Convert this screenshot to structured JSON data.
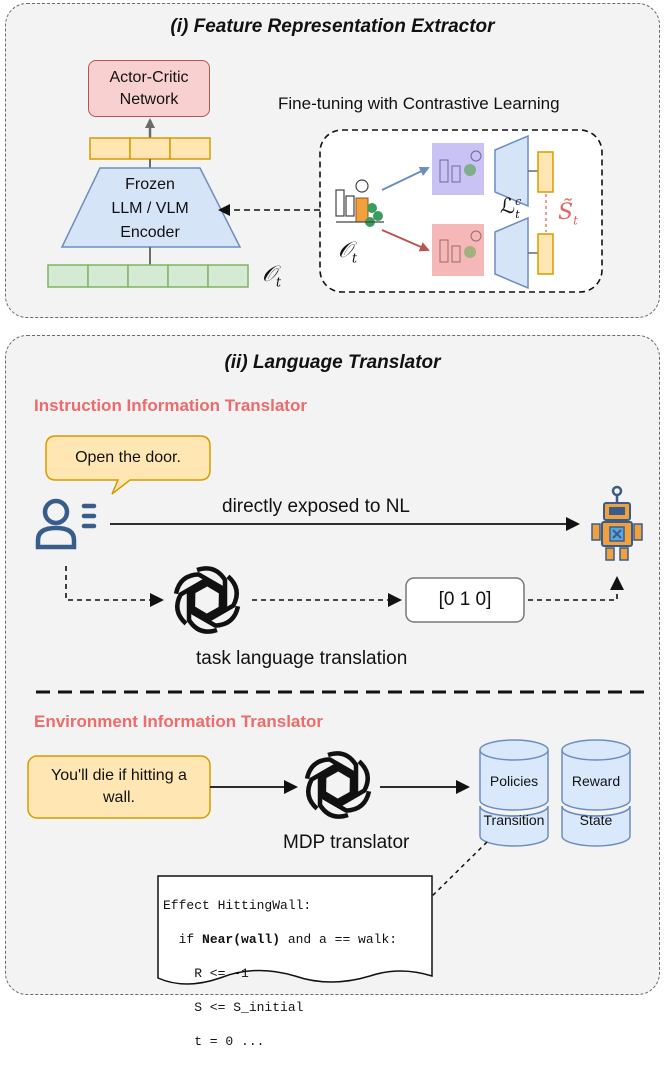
{
  "section1": {
    "title": "(i) Feature Representation Extractor",
    "actor_critic": "Actor-Critic\nNetwork",
    "encoder": "Frozen\nLLM / VLM\nEncoder",
    "obs_label": "𝒪",
    "obs_sub": "t",
    "finetune_label": "Fine-tuning with Contrastive Learning",
    "obs_label2": "𝒪",
    "obs_sub2": "t",
    "loss_label": "ℒ",
    "loss_sup": "c",
    "loss_sub": "t",
    "state_label": "S̃",
    "state_sub": "t",
    "colors": {
      "actor_fill": "#f8d0d0",
      "actor_border": "#b85450",
      "token_fill": "#ffe6b3",
      "token_border": "#d79b00",
      "enc_fill": "#d6e4f7",
      "enc_border": "#6c8ebf",
      "obs_fill": "#d5ead2",
      "obs_border": "#82b366",
      "red_line": "#e06666"
    }
  },
  "section2": {
    "title": "(ii) Language Translator",
    "instr_header": "Instruction Information Translator",
    "bubble_text": "Open the door.",
    "direct_label": "directly exposed to NL",
    "vector_label": "[0 1 0]",
    "task_translation_label": "task language translation",
    "env_header": "Environment Information Translator",
    "env_text": "You'll die if hitting a\nwall.",
    "mdp_label": "MDP translator",
    "db": {
      "policies": "Policies",
      "reward": "Reward",
      "transition": "Transition",
      "state": "State"
    },
    "code_lines": [
      "Effect HittingWall:",
      "  if ",
      "Near(wall)",
      " and a == walk:",
      "    R <= -1",
      "    S <= S_initial",
      "    t = 0 ..."
    ],
    "colors": {
      "bubble_fill": "#ffe6b3",
      "bubble_border": "#d79b00",
      "user_icon": "#385d8a",
      "db_fill": "#dae8fc",
      "db_border": "#6c8ebf",
      "header_red": "#ec6b6b"
    }
  }
}
